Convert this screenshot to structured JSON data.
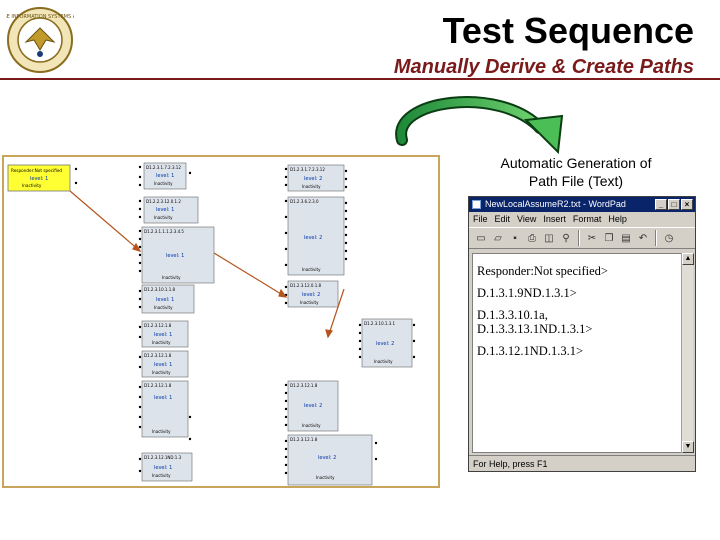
{
  "header": {
    "title": "Test Sequence",
    "subtitle": "Manually Derive & Create Paths",
    "rule_color": "#7a1a1a"
  },
  "caption": {
    "line1": "Automatic Generation of",
    "line2": "Path File (Text)"
  },
  "diagram": {
    "accent_color": "#c9a55c",
    "highlight_color": "#ffff33",
    "arrow_color": "#b5541e",
    "highlight_box": {
      "lines": [
        "Responder:Not specified",
        "level: 1",
        "Inactivity"
      ]
    },
    "nodes": [
      {
        "title": "D1.2.3.1.7.2.3.12",
        "level": "level: 1",
        "footer": "Inactivity"
      },
      {
        "title": "D1.2.3.1.7.2.3.12",
        "level": "level: 2",
        "footer": "Inactivity"
      },
      {
        "title": "D1.2.2.3.12.0.1.2",
        "level": "level: 1",
        "footer": "Inactivity"
      },
      {
        "title": "D1.2.3.6.2.3.0",
        "level": "level: 2",
        "footer": "Inactivity"
      },
      {
        "title": "D1.2.3.1.1.1.2.3.4.5",
        "level": "level: 1",
        "footer": "Inactivity"
      },
      {
        "title": "D1.2.3.10.1.1.8",
        "level": "level: 1",
        "footer": "Inactivity"
      },
      {
        "title": "D1.2.3.12.0.1.8",
        "level": "level: 2",
        "footer": "Inactivity"
      },
      {
        "title": "D1.2.3.10.1.3.1",
        "level": "level: 2",
        "footer": "Inactivity"
      },
      {
        "title": "D1.2.3.12.1.8",
        "level": "level: 1",
        "footer": "Inactivity"
      },
      {
        "title": "D1.2.3.12.1.8",
        "level": "level: 1",
        "footer": "Inactivity"
      },
      {
        "title": "D1.2.3.12.1.8",
        "level": "level: 2",
        "footer": "Inactivity"
      },
      {
        "title": "D1.2.3.12.1.8",
        "level": "level: 1",
        "footer": "Inactivity"
      },
      {
        "title": "D1.2.3.12.1.8",
        "level": "level: 2",
        "footer": "Inactivity"
      },
      {
        "title": "D1.2.3.12.1ND.1.3",
        "level": "level: 1",
        "footer": "Inactivity"
      }
    ]
  },
  "wordpad": {
    "title": "NewLocalAssumeR2.txt - WordPad",
    "menu": [
      "File",
      "Edit",
      "View",
      "Insert",
      "Format",
      "Help"
    ],
    "doc_lines": [
      "Responder:Not specified>",
      "D.1.3.1.9ND.1.3.1>",
      "D.1.3.3.10.1a,",
      "D.1.3.3.13.1ND.1.3.1>",
      "D.1.3.12.1ND.1.3.1>"
    ],
    "status": "For Help, press F1"
  }
}
